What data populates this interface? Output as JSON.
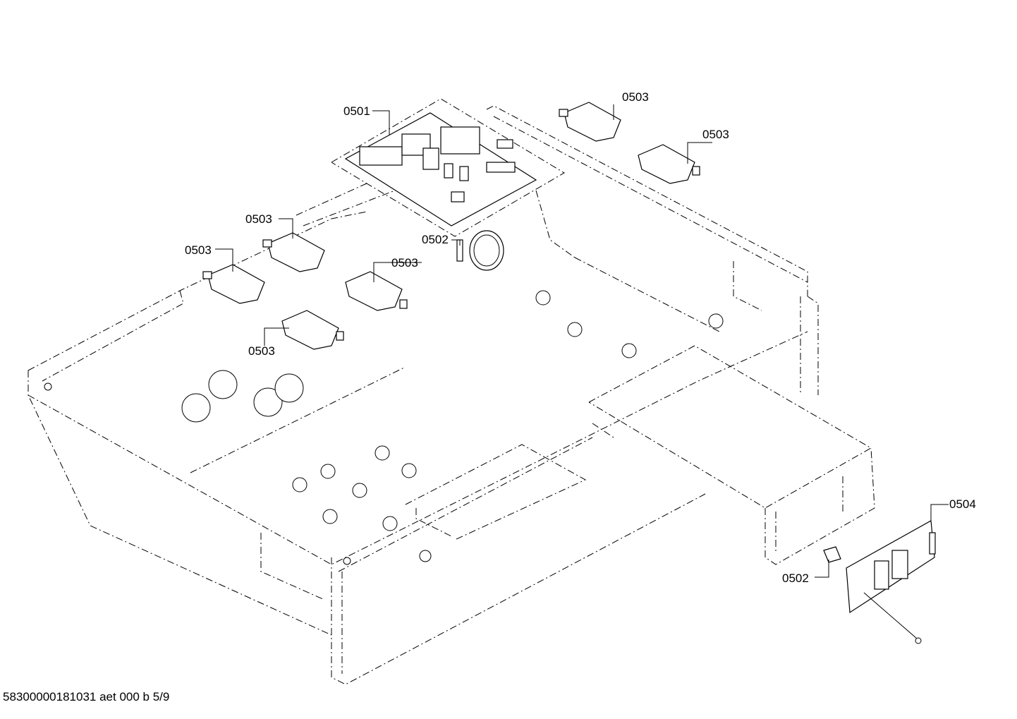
{
  "labels": {
    "l0501": "0501",
    "l0503_a": "0503",
    "l0503_b": "0503",
    "l0503_c": "0503",
    "l0503_d": "0503",
    "l0503_e": "0503",
    "l0503_f": "0503",
    "l0502_a": "0502",
    "l0502_b": "0502",
    "l0504": "0504"
  },
  "footer": "58300000181031 aet 000 b 5/9",
  "colors": {
    "line": "#000000",
    "background": "#ffffff"
  }
}
